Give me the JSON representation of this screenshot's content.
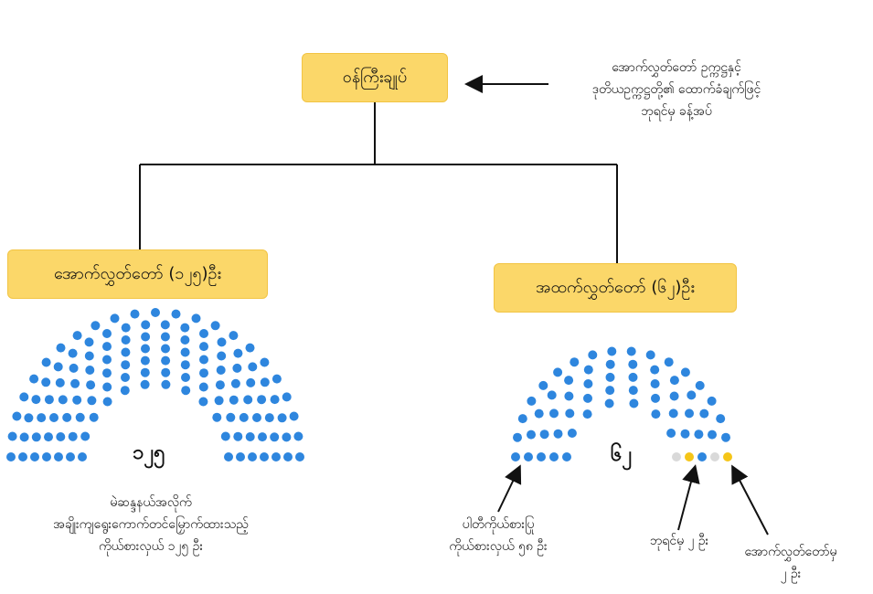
{
  "pm": {
    "label": "ဝန်ကြီးချုပ်"
  },
  "pm_note": {
    "line1": "အောက်လွှတ်တော် ဥက္ကဋ္ဌနှင့်",
    "line2": "ဒုတိယဥက္ကဋ္ဌတို့၏ ထောက်ခံချက်ဖြင့်",
    "line3": "ဘုရင်မှ ခန့်အပ်"
  },
  "upper": {
    "label": "အောက်လွှတ်တော် (၁၂၅)ဦး",
    "seat_count": "၁၂၅",
    "seats": 125,
    "note1": "မဲဆန္ဒနယ်အလိုက်",
    "note2": "အချိုးကျရွေးကောက်တင်မြှောက်ထားသည့်",
    "note3": "ကိုယ်စားလှယ် ၁၂၅ ဦး"
  },
  "lower": {
    "label": "အထက်လွှတ်တော် (၆၂)ဦး",
    "seat_count": "၆၂",
    "party_seats": 58,
    "royal_seats": 2,
    "house_seats": 2,
    "party_note1": "ပါတီကိုယ်စားပြု",
    "party_note2": "ကိုယ်စားလှယ် ၅၈ ဦး",
    "royal_note": "ဘုရင်မှ ၂ ဦး",
    "house_note1": "အောက်လွှတ်တော်မှ",
    "house_note2": "၂ ဦး"
  },
  "colors": {
    "box": "#fbd769",
    "seat": "#2e86de",
    "royal": "#f5c518",
    "house": "#d9d9d9"
  }
}
